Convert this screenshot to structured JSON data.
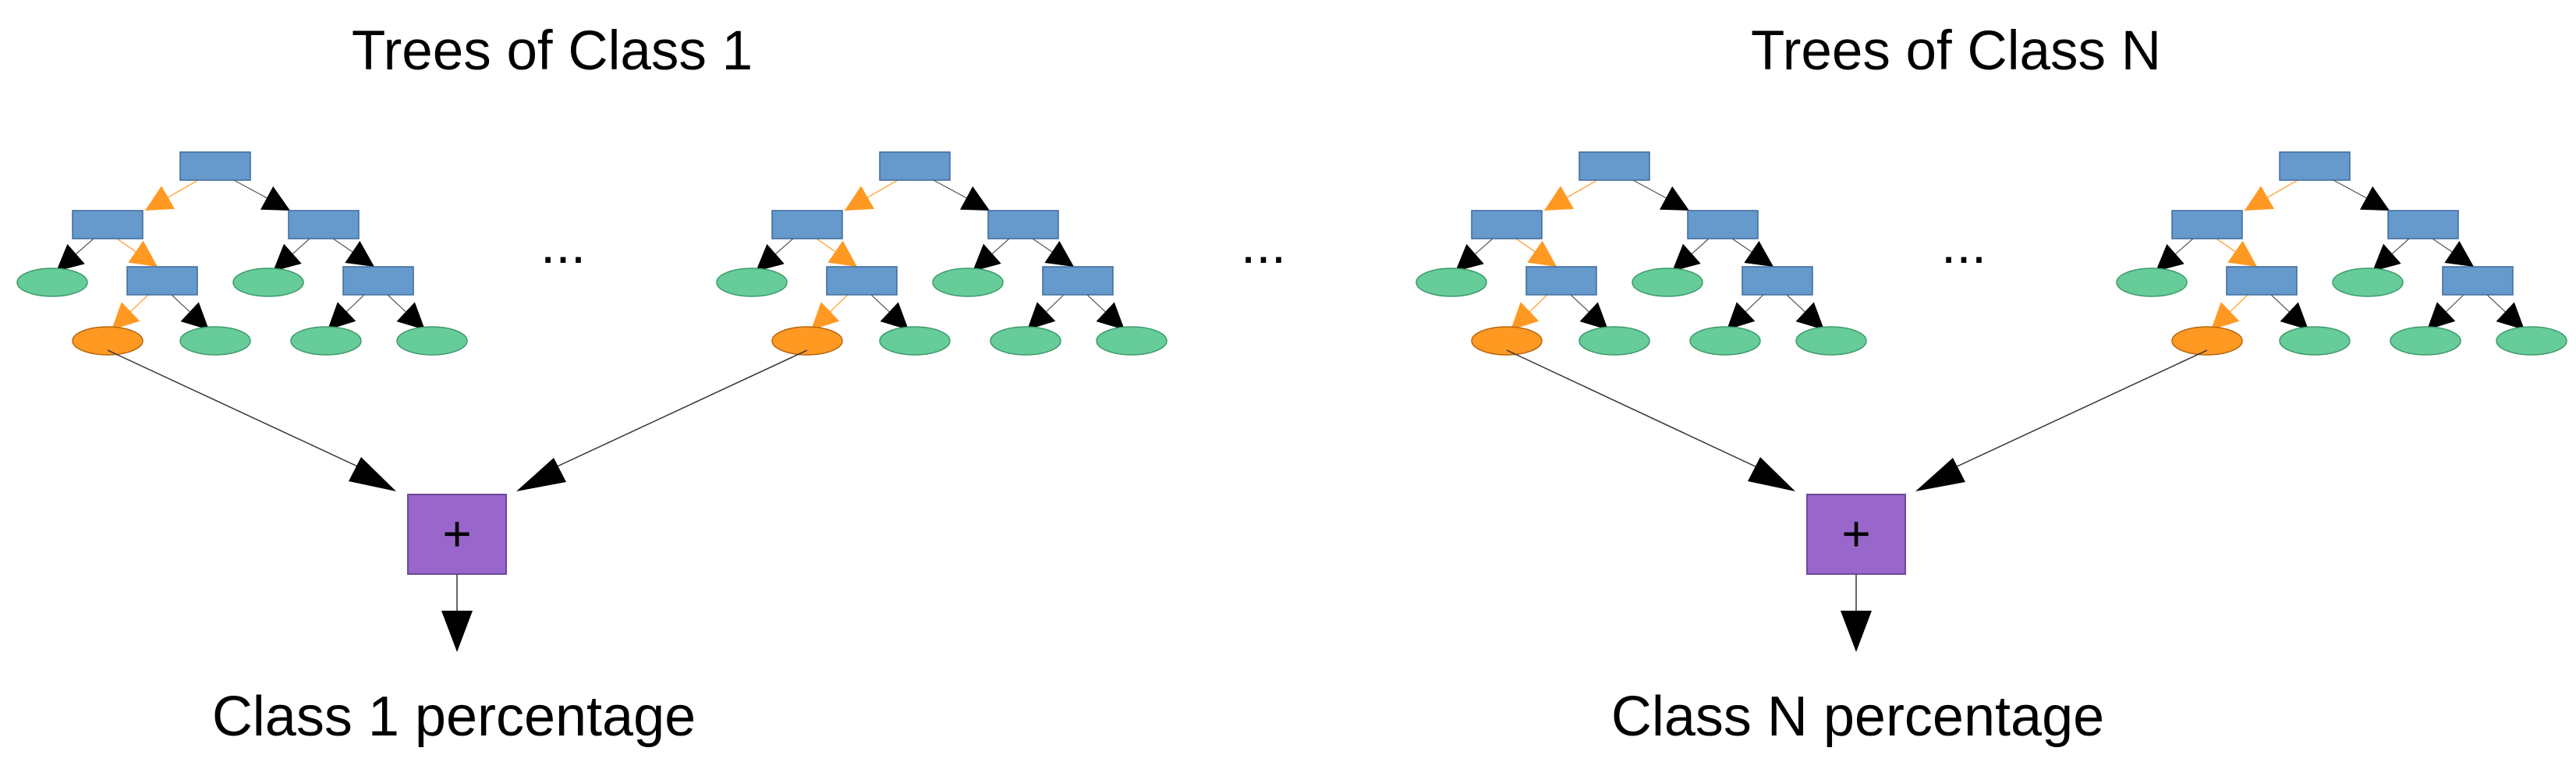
{
  "groups": [
    {
      "title": "Trees of Class 1",
      "operator": "+",
      "output_label": "Class 1 percentage"
    },
    {
      "title": "Trees of Class N",
      "operator": "+",
      "output_label": "Class N percentage"
    }
  ],
  "ellipsis": "...",
  "colors": {
    "split_node": "#6699cc",
    "leaf_node": "#66cc99",
    "highlight_leaf": "#ff9922",
    "highlight_edge": "#ff9922",
    "edge": "#000000",
    "sum_box": "#9966cc",
    "line": "#333333"
  },
  "icons": {
    "split_node": "rectangle",
    "leaf_node": "ellipse",
    "sum_operator": "plus-box"
  }
}
